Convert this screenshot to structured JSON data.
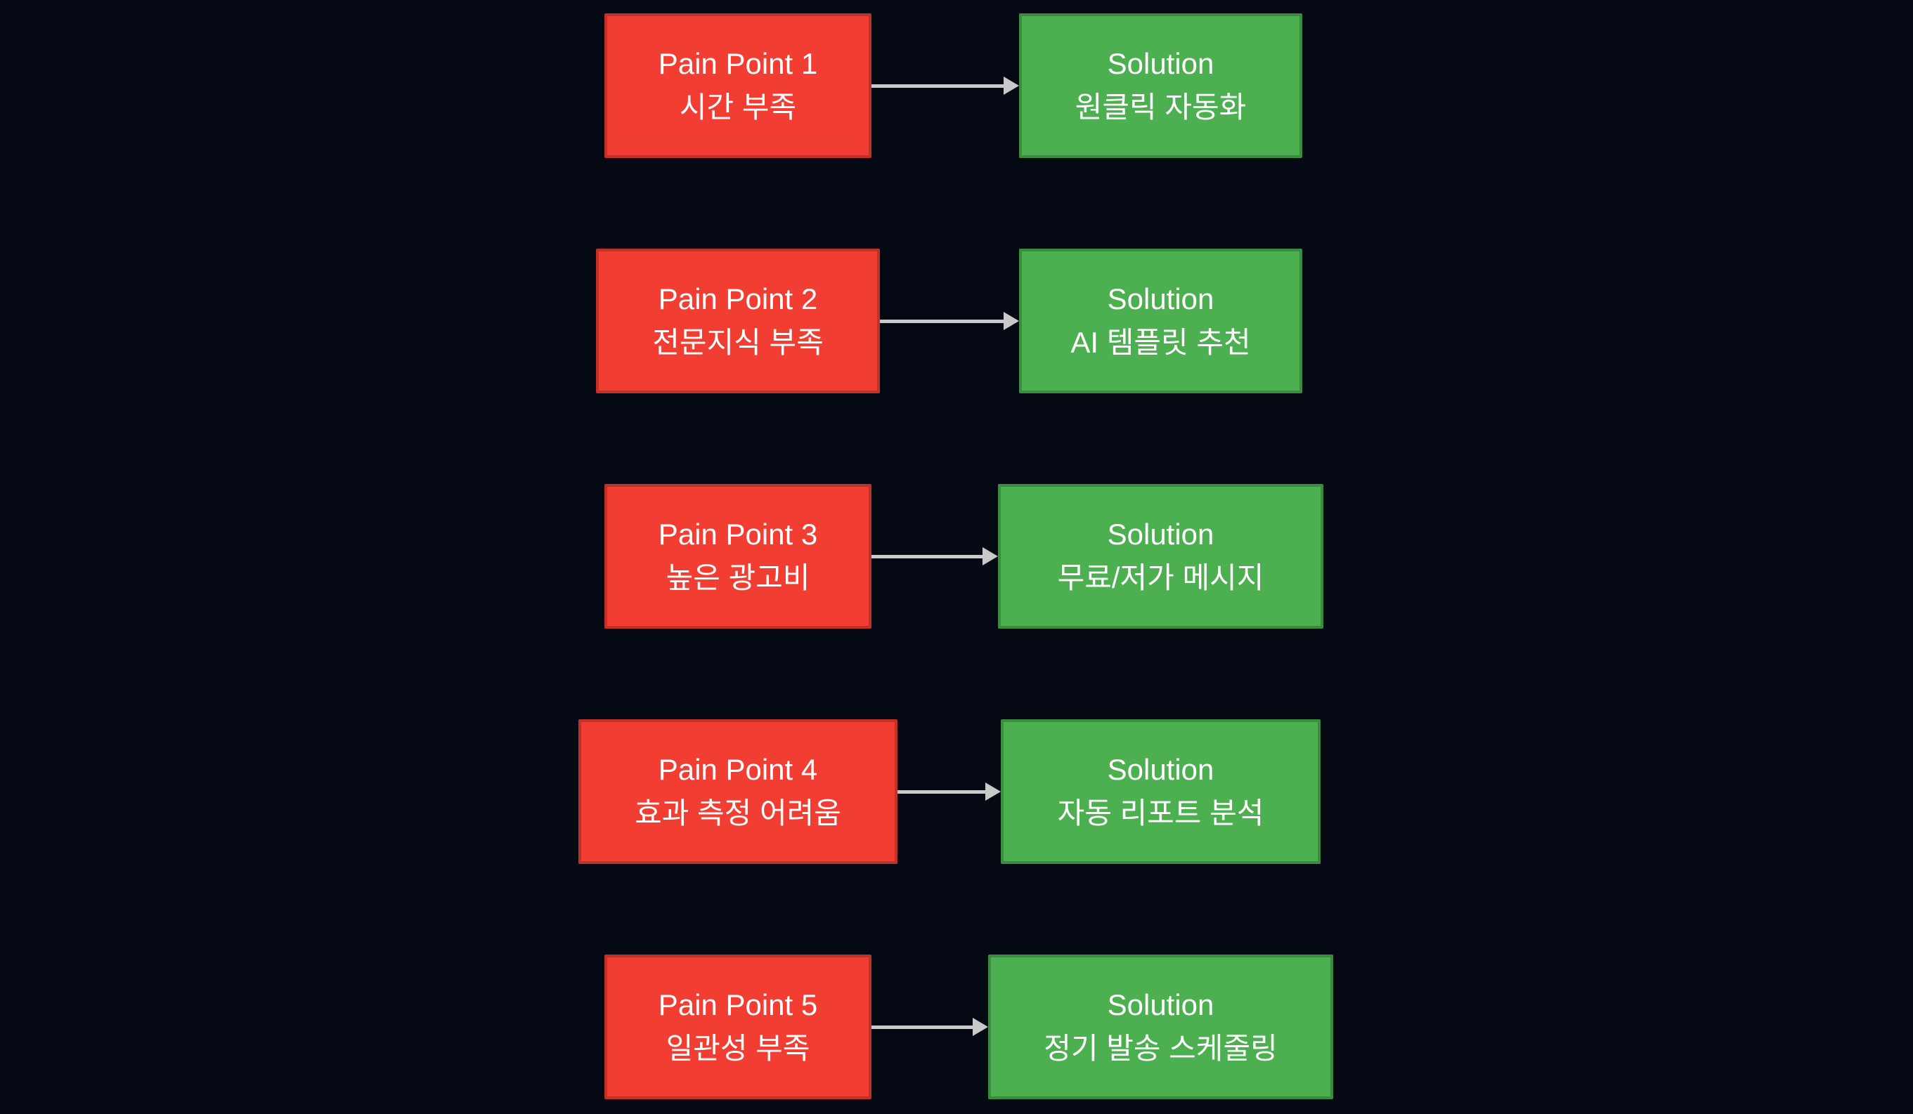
{
  "colors": {
    "bg": "#040914",
    "red": "#F23E32",
    "redBorder": "#C23128",
    "green": "#4CAF50",
    "greenBorder": "#3D8B40",
    "arrow": "#C9C9C9",
    "text": "#FFFFFF"
  },
  "diagram": {
    "rows": [
      {
        "pain_title": "Pain Point 1",
        "pain_desc": "시간 부족",
        "solution_title": "Solution",
        "solution_desc": "원클릭 자동화"
      },
      {
        "pain_title": "Pain Point 2",
        "pain_desc": "전문지식 부족",
        "solution_title": "Solution",
        "solution_desc": "AI 템플릿 추천"
      },
      {
        "pain_title": "Pain Point 3",
        "pain_desc": "높은 광고비",
        "solution_title": "Solution",
        "solution_desc": "무료/저가 메시지"
      },
      {
        "pain_title": "Pain Point 4",
        "pain_desc": "효과 측정 어려움",
        "solution_title": "Solution",
        "solution_desc": "자동 리포트 분석"
      },
      {
        "pain_title": "Pain Point 5",
        "pain_desc": "일관성 부족",
        "solution_title": "Solution",
        "solution_desc": "정기 발송 스케줄링"
      }
    ]
  }
}
